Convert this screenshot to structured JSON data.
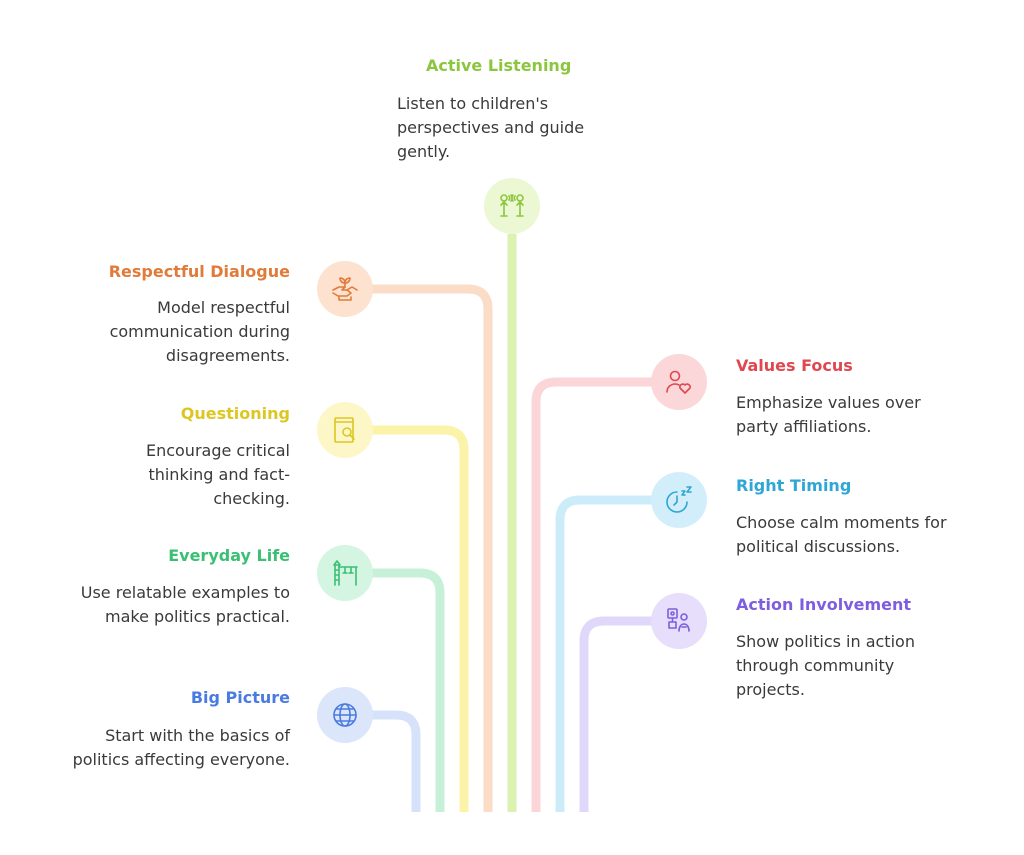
{
  "items": [
    {
      "id": "active-listening",
      "title": "Active Listening",
      "desc": "Listen to children's perspectives and guide gently.",
      "color": "#8cc63f",
      "fill": "#ecf7d4",
      "line": "#dcf2b0",
      "icon": "people-talking-icon"
    },
    {
      "id": "respectful-dialogue",
      "title": "Respectful Dialogue",
      "desc": "Model respectful communication during disagreements.",
      "color": "#e07b39",
      "fill": "#fde2cf",
      "line": "#fbdcc7",
      "icon": "handshake-plant-icon"
    },
    {
      "id": "questioning",
      "title": "Questioning",
      "desc": "Encourage critical thinking and fact-checking.",
      "color": "#dcc722",
      "fill": "#fdf7c8",
      "line": "#fbf3a8",
      "icon": "document-search-icon"
    },
    {
      "id": "everyday-life",
      "title": "Everyday Life",
      "desc": "Use relatable examples to make politics practical.",
      "color": "#3bbf74",
      "fill": "#d4f5e2",
      "line": "#c7f0d8",
      "icon": "playground-icon"
    },
    {
      "id": "big-picture",
      "title": "Big Picture",
      "desc": "Start with the basics of politics affecting everyone.",
      "color": "#4a7be0",
      "fill": "#dbe6fb",
      "line": "#d6e2fa",
      "icon": "globe-icon"
    },
    {
      "id": "values-focus",
      "title": "Values Focus",
      "desc": "Emphasize values over party affiliations.",
      "color": "#e0484f",
      "fill": "#fcd7d9",
      "line": "#fbd5d7",
      "icon": "person-heart-icon"
    },
    {
      "id": "right-timing",
      "title": "Right Timing",
      "desc": "Choose calm moments for political discussions.",
      "color": "#2ea6d6",
      "fill": "#d3eefb",
      "line": "#cdecf9",
      "icon": "clock-sleep-icon"
    },
    {
      "id": "action-involvement",
      "title": "Action Involvement",
      "desc": "Show politics in action through community projects.",
      "color": "#7d5ee0",
      "fill": "#e6defb",
      "line": "#e0d8fa",
      "icon": "community-action-icon"
    }
  ]
}
